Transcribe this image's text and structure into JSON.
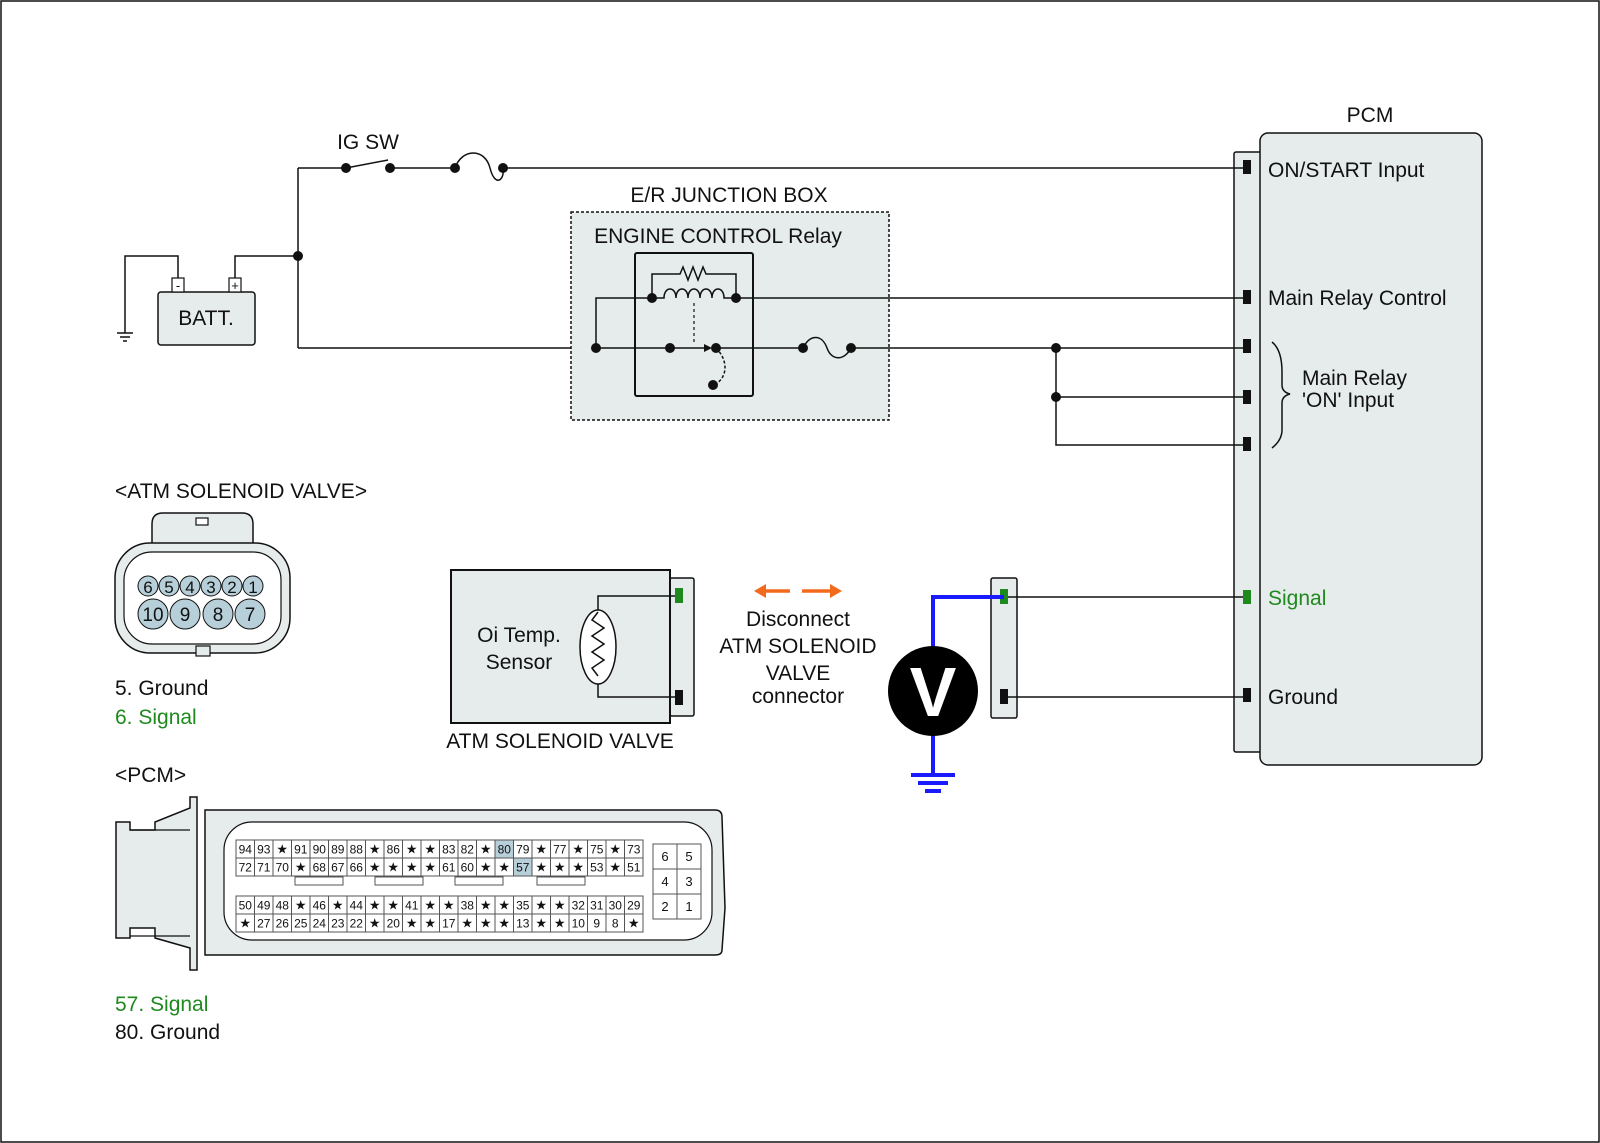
{
  "ig_sw_label": "IG SW",
  "batt_label": "BATT.",
  "batt_minus": "-",
  "batt_plus": "+",
  "junction_box_label": "E/R JUNCTION BOX",
  "relay_label": "ENGINE CONTROL Relay",
  "pcm": {
    "title": "PCM",
    "inputs": {
      "on_start": "ON/START Input",
      "main_relay_control": "Main Relay Control",
      "main_relay_on_1": "Main Relay",
      "main_relay_on_2": "'ON' Input",
      "signal": "Signal",
      "ground": "Ground"
    }
  },
  "atm_connector": {
    "title": "<ATM SOLENOID VALVE>",
    "top_pins": [
      "6",
      "5",
      "4",
      "3",
      "2",
      "1"
    ],
    "bottom_pins": [
      "10",
      "9",
      "8",
      "7"
    ],
    "legend_ground": "5. Ground",
    "legend_signal": "6. Signal"
  },
  "sensor": {
    "line1": "Oi Temp.",
    "line2": "Sensor",
    "caption": "ATM SOLENOID VALVE"
  },
  "disconnect": {
    "line1": "Disconnect",
    "line2": "ATM SOLENOID",
    "line3": "VALVE",
    "line4": "connector"
  },
  "voltmeter_label": "V",
  "pcm_connector": {
    "title": "<PCM>",
    "rows": [
      [
        "94",
        "93",
        "★",
        "91",
        "90",
        "89",
        "88",
        "★",
        "86",
        "★",
        "★",
        "83",
        "82",
        "★",
        "80",
        "79",
        "★",
        "77",
        "★",
        "75",
        "★",
        "73"
      ],
      [
        "72",
        "71",
        "70",
        "★",
        "68",
        "67",
        "66",
        "★",
        "★",
        "★",
        "★",
        "61",
        "60",
        "★",
        "★",
        "57",
        "★",
        "★",
        "★",
        "53",
        "★",
        "51"
      ],
      [
        "50",
        "49",
        "48",
        "★",
        "46",
        "★",
        "44",
        "★",
        "★",
        "41",
        "★",
        "★",
        "38",
        "★",
        "★",
        "35",
        "★",
        "★",
        "32",
        "31",
        "30",
        "29"
      ],
      [
        "★",
        "27",
        "26",
        "25",
        "24",
        "23",
        "22",
        "★",
        "20",
        "★",
        "★",
        "17",
        "★",
        "★",
        "★",
        "13",
        "★",
        "★",
        "10",
        "9",
        "8",
        "★"
      ]
    ],
    "highlighted": [
      "80",
      "57"
    ],
    "small_block": [
      [
        "6",
        "5"
      ],
      [
        "4",
        "3"
      ],
      [
        "2",
        "1"
      ]
    ],
    "legend_signal": "57. Signal",
    "legend_ground": "80. Ground"
  },
  "colors": {
    "signal_green": "#1e8a1e",
    "probe_blue": "#1a1aff",
    "arrow_orange": "#f26a1b",
    "pin_highlight": "#b7cfd9",
    "box_fill": "#e6ebeb"
  }
}
